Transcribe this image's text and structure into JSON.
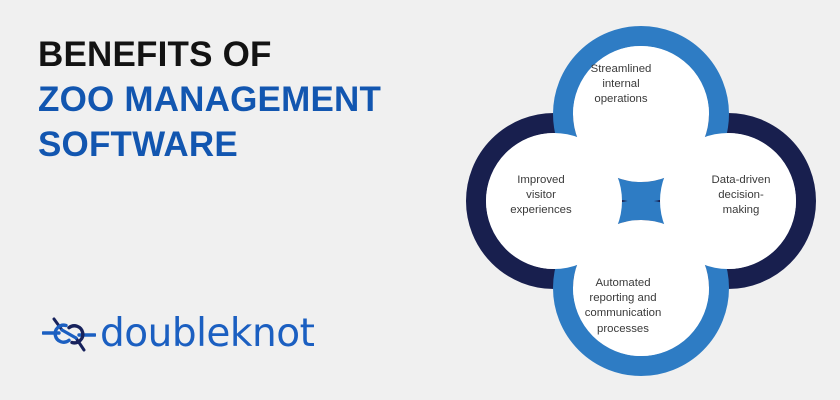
{
  "page": {
    "background_color": "#f0f0f0"
  },
  "headline": {
    "line1": "BENEFITS OF",
    "line2": "ZOO MANAGEMENT",
    "line3": "SOFTWARE",
    "line1_color": "#131313",
    "accent_color": "#1256b0"
  },
  "logo": {
    "wordmark": "doubleknot",
    "icon_name": "doubleknot-knot-icon",
    "color": "#1b5fc1",
    "icon_dark_color": "#17225c"
  },
  "diagram": {
    "type": "quatrefoil",
    "ring_colors": {
      "blue": "#2e7cc4",
      "navy": "#181f4e"
    },
    "center_wedge_colors": {
      "vertical": "#2e7cc4",
      "horizontal": "#181f4e"
    },
    "disc_color": "#ffffff",
    "label_color": "#3a3a3a",
    "nodes": [
      {
        "id": "top",
        "ring_color": "#2e7cc4",
        "label": "Streamlined internal operations",
        "label_lines": [
          "Streamlined",
          "internal",
          "operations"
        ]
      },
      {
        "id": "right",
        "ring_color": "#181f4e",
        "label": "Data-driven decision-making",
        "label_lines": [
          "Data-driven",
          "decision-",
          "making"
        ]
      },
      {
        "id": "bottom",
        "ring_color": "#2e7cc4",
        "label": "Automated reporting and communication processes",
        "label_lines": [
          "Automated",
          "reporting and",
          "communication",
          "processes"
        ]
      },
      {
        "id": "left",
        "ring_color": "#181f4e",
        "label": "Improved visitor experiences",
        "label_lines": [
          "Improved",
          "visitor",
          "experiences"
        ]
      }
    ]
  }
}
